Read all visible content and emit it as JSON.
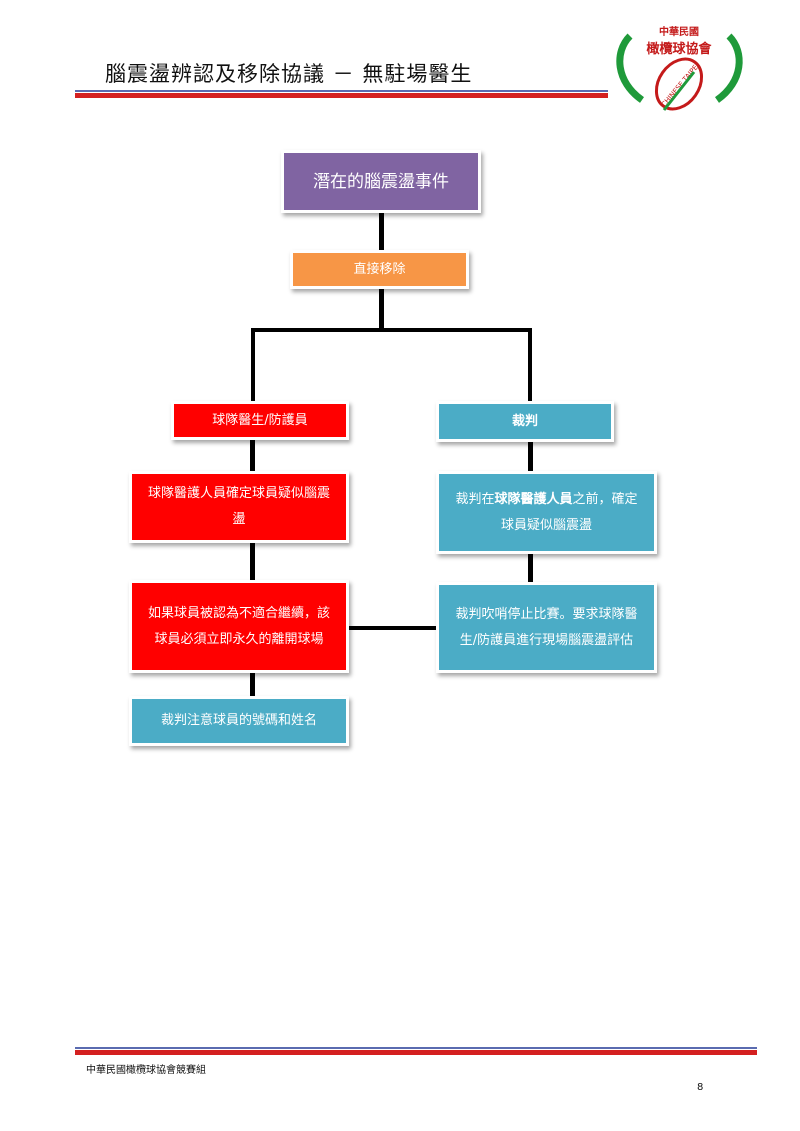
{
  "header": {
    "title": "腦震盪辨認及移除協議 － 無駐場醫生",
    "logo_text": [
      "中華民國",
      "橄欖球協會",
      "CHINESE TAIPEI"
    ]
  },
  "flow": {
    "start": "潛在的腦震盪事件",
    "remove": "直接移除",
    "left_head": "球隊醫生/防護員",
    "right_head": "裁判",
    "left_1": "球隊醫護人員確定球員疑似腦震盪",
    "left_2": "如果球員被認為不適合繼續，該球員必須立即永久的離開球場",
    "left_3": "裁判注意球員的號碼和姓名",
    "right_1_a": "裁判在",
    "right_1_b": "球隊醫護人員",
    "right_1_c": "之前，確定球員疑似腦震盪",
    "right_2": "裁判吹哨停止比賽。要求球隊醫生/防護員進行現場腦震盪評估"
  },
  "footer": {
    "org": "中華民國橄欖球協會競賽組",
    "page": "8"
  },
  "colors": {
    "purple": "#8064a2",
    "orange": "#f79646",
    "red": "#ff0000",
    "blue": "#4bacc6"
  }
}
